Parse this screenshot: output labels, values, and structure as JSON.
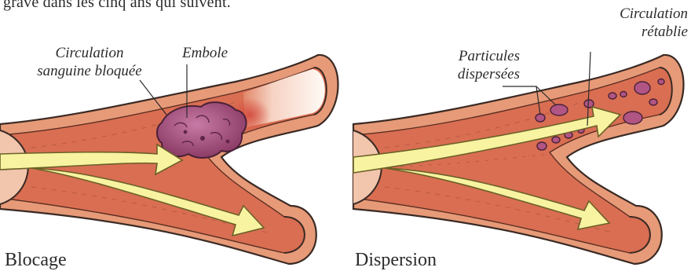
{
  "intro_line": "grave dans les cinq ans qui suivent.",
  "left_panel": {
    "label_blocked_line1": "Circulation",
    "label_blocked_line2": "sanguine bloquée",
    "label_embolus": "Embole",
    "caption": "Blocage"
  },
  "right_panel": {
    "label_restored_line1": "Circulation",
    "label_restored_line2": "rétablie",
    "label_particles_line1": "Particules",
    "label_particles_line2": "dispersées",
    "caption": "Dispersion"
  },
  "colors": {
    "vessel_outer": "#e79a78",
    "vessel_lumen": "#d96e52",
    "vessel_wall_light": "#f4c8b0",
    "embolus": "#a14a78",
    "arrow_fill": "#f8f3a0",
    "outline": "#3a2a24"
  }
}
